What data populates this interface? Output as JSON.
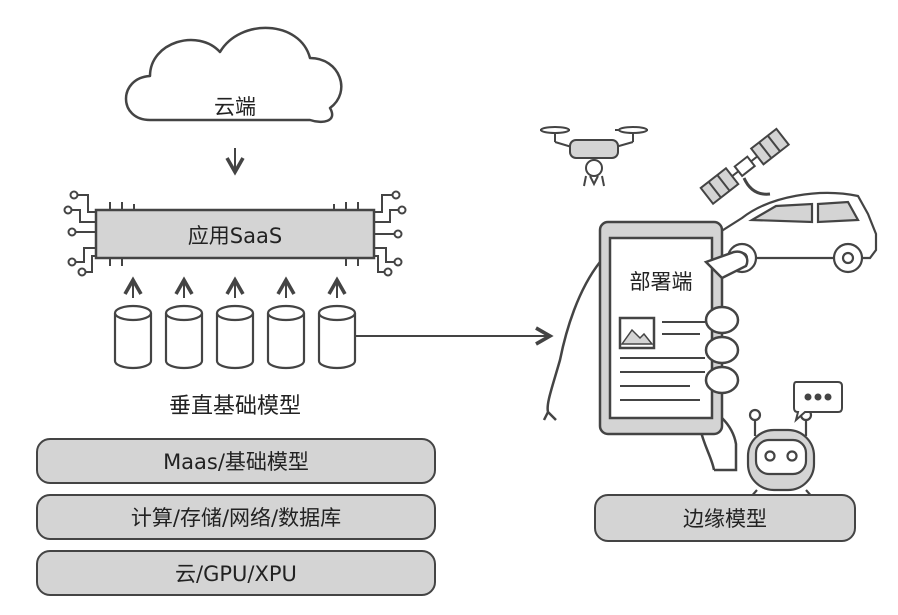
{
  "cloud": {
    "label": "云端"
  },
  "saas": {
    "label": "应用SaaS"
  },
  "vertical_models": {
    "label": "垂直基础模型",
    "cylinder_count": 5
  },
  "layers": [
    {
      "label": "Maas/基础模型"
    },
    {
      "label": "计算/存储/网络/数据库"
    },
    {
      "label": "云/GPU/XPU"
    }
  ],
  "deploy": {
    "label": "部署端"
  },
  "edge": {
    "label": "边缘模型"
  },
  "icons": [
    "cloud-icon",
    "drone-icon",
    "satellite-icon",
    "car-icon",
    "phone-icon",
    "robot-icon",
    "chat-bubble-icon",
    "database-icon",
    "circuit-icon"
  ],
  "colors": {
    "stroke": "#444444",
    "fill_gray": "#d4d4d4",
    "fill_white": "#ffffff",
    "text": "#222222"
  }
}
